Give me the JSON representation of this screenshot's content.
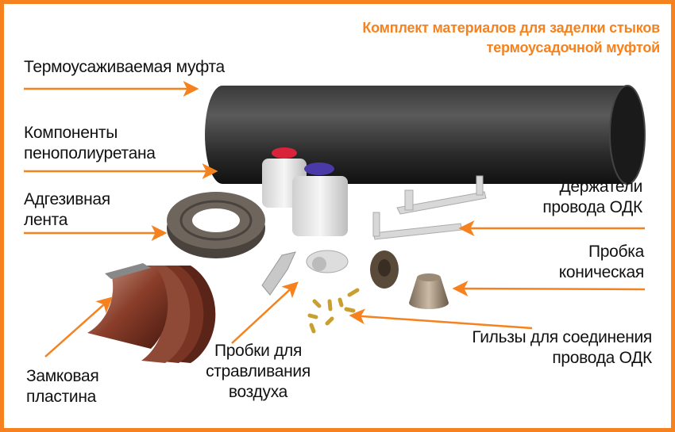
{
  "title": {
    "line1": "Комплект материалов для заделки стыков",
    "line2": "термоусадочной муфтой"
  },
  "labels": {
    "sleeve": "Термоусаживаемая муфта",
    "foam": {
      "line1": "Компоненты",
      "line2": "пенополиуретана"
    },
    "tape": {
      "line1": "Адгезивная",
      "line2": "лента"
    },
    "holders": {
      "line1": "Держатели",
      "line2": "провода ОДК"
    },
    "plug": {
      "line1": "Пробка",
      "line2": "коническая"
    },
    "sleeves_wire": {
      "line1": "Гильзы для соединения",
      "line2": "провода ОДК"
    },
    "vent_plugs": {
      "line1": "Пробки для",
      "line2": "стравливания",
      "line3": "воздуха"
    },
    "lock_plate": {
      "line1": "Замковая",
      "line2": "пластина"
    }
  },
  "colors": {
    "accent": "#f5821f",
    "text": "#111111"
  }
}
